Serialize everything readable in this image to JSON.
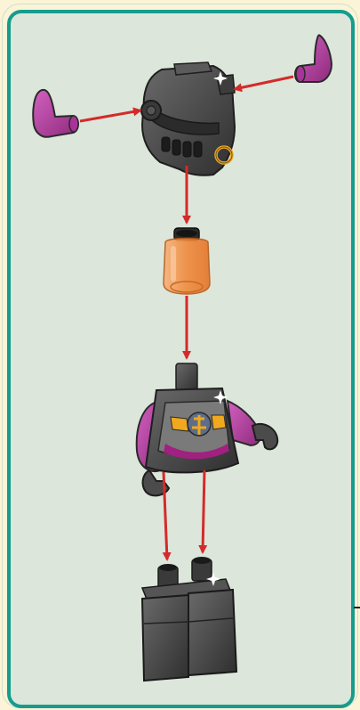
{
  "diagram": {
    "type": "minifigure-assembly-instructions",
    "parts": [
      {
        "name": "helmet",
        "color": "#4a4a4a"
      },
      {
        "name": "horn-left",
        "color": "#b33b9e"
      },
      {
        "name": "horn-right",
        "color": "#b33b9e"
      },
      {
        "name": "head",
        "color": "#f08a3c"
      },
      {
        "name": "torso",
        "color": "#4a4a4a"
      },
      {
        "name": "legs",
        "color": "#4a4a4a"
      }
    ],
    "steps": [
      {
        "from": "horn-left",
        "to": "helmet"
      },
      {
        "from": "horn-right",
        "to": "helmet"
      },
      {
        "from": "helmet",
        "to": "head"
      },
      {
        "from": "head",
        "to": "torso"
      },
      {
        "from": "torso",
        "to": "legs"
      }
    ]
  },
  "colors": {
    "background": "#fbf4d6",
    "panel": "#dce6da",
    "border": "#159c8e",
    "arrow": "#d42a2a",
    "dark_part": "#4a4a4a",
    "purple": "#b33b9e",
    "gold": "#f0a81e",
    "trans_orange": "#f08a3c"
  }
}
